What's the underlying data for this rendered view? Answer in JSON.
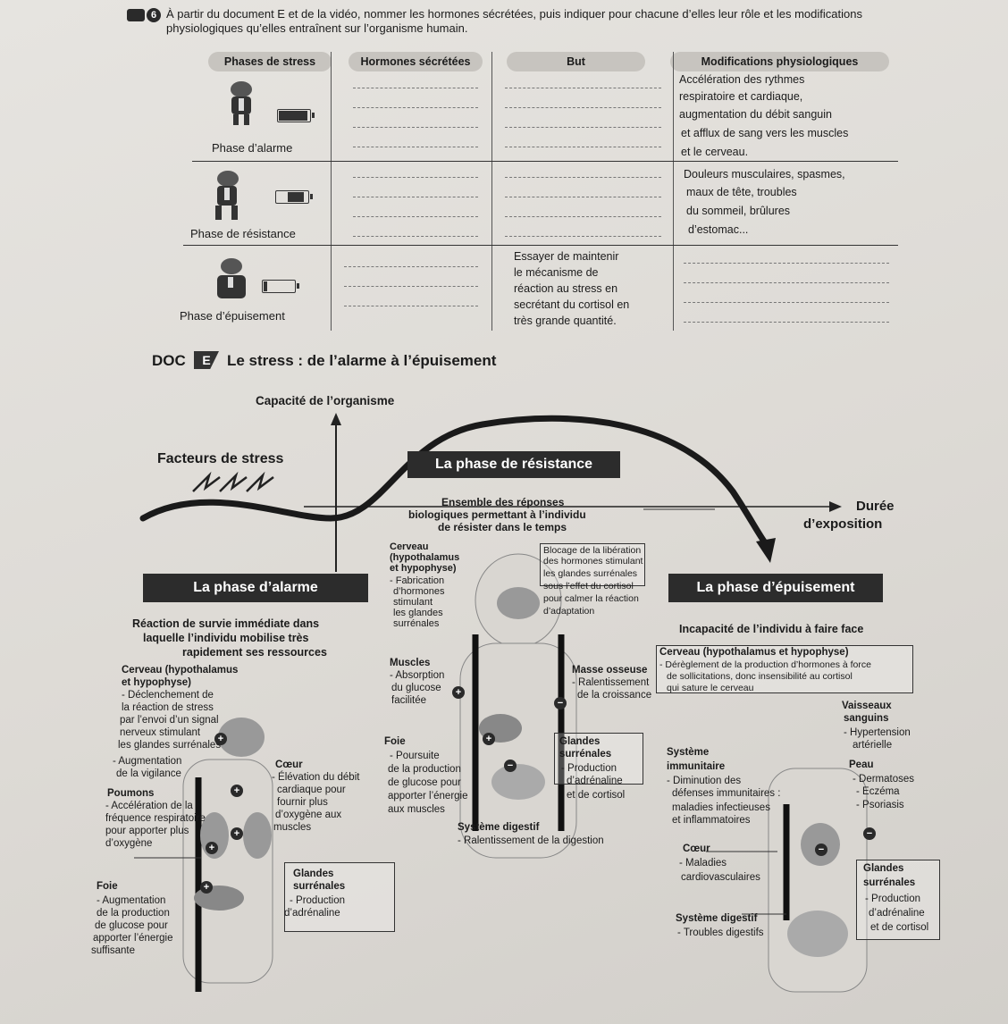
{
  "question": {
    "number": "6",
    "text": "À partir du document E et de la vidéo, nommer les hormones sécrétées, puis indiquer pour chacune d’elles leur rôle et les modifications physiologiques qu’elles entraînent sur l’organisme humain."
  },
  "table": {
    "headers": [
      "Phases de stress",
      "Hormones sécrétées",
      "But",
      "Modifications physiologiques"
    ],
    "rows": [
      {
        "phase": "Phase d’alarme",
        "but_lines": [],
        "modif_lines": [
          "Accélération des rythmes",
          "respiratoire et cardiaque,",
          "augmentation du débit sanguin",
          "et afflux de sang vers les muscles",
          "et le cerveau."
        ]
      },
      {
        "phase": "Phase de résistance",
        "but_lines": [],
        "modif_lines": [
          "Douleurs musculaires, spasmes,",
          "maux de tête, troubles",
          "du sommeil, brûlures",
          "d’estomac..."
        ]
      },
      {
        "phase": "Phase d’épuisement",
        "but_lines": [
          "Essayer de maintenir",
          "le mécanisme de",
          "réaction au stress en",
          "secrétant du cortisol en",
          "très grande quantité."
        ],
        "modif_lines": []
      }
    ]
  },
  "doc": {
    "label": "DOC",
    "letter": "E",
    "title": "Le stress : de l’alarme à l’épuisement"
  },
  "diagram": {
    "y_axis_label": "Capacité de l’organisme",
    "x_axis_label_1": "Durée",
    "x_axis_label_2": "d’exposition",
    "stress_factors": "Facteurs de stress",
    "phase_alarme": "La phase d’alarme",
    "phase_resistance": "La phase de résistance",
    "phase_epuisement": "La phase d’épuisement",
    "resistance_desc": [
      "Ensemble des réponses",
      "biologiques permettant à l’individu",
      "de résister dans le temps"
    ],
    "alarme_desc": [
      "Réaction de survie immédiate dans",
      "laquelle l’individu mobilise très",
      "rapidement ses ressources"
    ],
    "epuisement_desc": "Incapacité de l’individu à faire face",
    "alarme": {
      "cerveau_title": [
        "Cerveau (hypothalamus",
        "et hypophyse)"
      ],
      "cerveau_text": [
        "- Déclenchement de",
        "la réaction de stress",
        "par l’envoi d’un signal",
        "nerveux stimulant",
        "les glandes surrénales"
      ],
      "vigilance": [
        "- Augmentation",
        "de la vigilance"
      ],
      "coeur_title": "Cœur",
      "coeur_text": [
        "- Élévation du débit",
        "cardiaque pour",
        "fournir plus",
        "d’oxygène aux",
        "muscles"
      ],
      "poumons_title": "Poumons",
      "poumons_text": [
        "- Accélération de la",
        "fréquence respiratoire",
        "pour apporter plus",
        "d’oxygène"
      ],
      "glandes_title": [
        "Glandes",
        "surrénales"
      ],
      "glandes_text": [
        "- Production",
        "d’adrénaline"
      ],
      "foie_title": "Foie",
      "foie_text": [
        "- Augmentation",
        "de la production",
        "de glucose pour",
        "apporter l’énergie",
        "suffisante"
      ]
    },
    "resistance": {
      "cerveau_title": [
        "Cerveau",
        "(hypothalamus",
        "et hypophyse)"
      ],
      "cerveau_text": [
        "- Fabrication",
        "d’hormones",
        "stimulant",
        "les glandes",
        "surrénales"
      ],
      "blocage": [
        "Blocage de la libération",
        "des hormones stimulant",
        "les glandes surrénales",
        "sous l’effet du cortisol",
        "pour calmer la réaction",
        "d’adaptation"
      ],
      "muscles_title": "Muscles",
      "muscles_text": [
        "- Absorption",
        "du glucose",
        "facilitée"
      ],
      "masse_title": "Masse osseuse",
      "masse_text": [
        "- Ralentissement",
        "de la croissance"
      ],
      "foie_title": "Foie",
      "foie_text": [
        "- Poursuite",
        "de la production",
        "de glucose pour",
        "apporter l’énergie",
        "aux muscles"
      ],
      "glandes_title": [
        "Glandes",
        "surrénales"
      ],
      "glandes_text": [
        "- Production",
        "d’adrénaline",
        "et de cortisol"
      ],
      "digestif_title": "Système digestif",
      "digestif_text": "- Ralentissement de la digestion"
    },
    "epuisement": {
      "cerveau_title": "Cerveau (hypothalamus et hypophyse)",
      "cerveau_text": [
        "- Dérèglement de la production d’hormones à force",
        "de sollicitations, donc insensibilité au cortisol",
        "qui sature le cerveau"
      ],
      "vaisseaux_title": [
        "Vaisseaux",
        "sanguins"
      ],
      "vaisseaux_text": [
        "- Hypertension",
        "artérielle"
      ],
      "immunitaire_title": [
        "Système",
        "immunitaire"
      ],
      "immunitaire_text": [
        "- Diminution des",
        "défenses immunitaires :",
        "maladies infectieuses",
        "et inflammatoires"
      ],
      "peau_title": "Peau",
      "peau_text": [
        "- Dermatoses",
        "- Eczéma",
        "- Psoriasis"
      ],
      "coeur_title": "Cœur",
      "coeur_text": [
        "- Maladies",
        "cardiovasculaires"
      ],
      "glandes_title": [
        "Glandes",
        "surrénales"
      ],
      "glandes_text": [
        "- Production",
        "d’adrénaline",
        "et de cortisol"
      ],
      "digestif_title": "Système digestif",
      "digestif_text": "- Troubles digestifs"
    },
    "signs": {
      "plus": "+",
      "minus": "−"
    }
  }
}
